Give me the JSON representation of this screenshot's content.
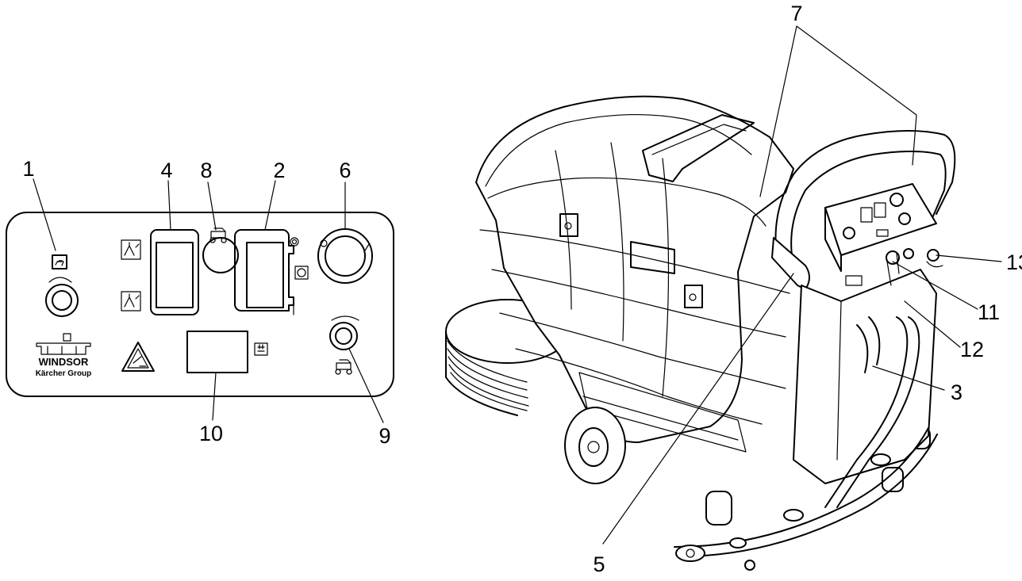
{
  "brand": {
    "name": "WINDSOR",
    "sub": "Kärcher Group"
  },
  "panel_callouts": {
    "c1": "1",
    "c4": "4",
    "c8": "8",
    "c2": "2",
    "c6": "6",
    "c10": "10",
    "c9": "9"
  },
  "machine_callouts": {
    "c7": "7",
    "c13": "13",
    "c11": "11",
    "c12": "12",
    "c3": "3",
    "c5": "5"
  },
  "icons": [
    "faucet-icon",
    "brush-pressure-icon",
    "reverse-icon",
    "forward-icon",
    "brush-icon",
    "power-icon",
    "warning-triangle-icon",
    "battery-icon"
  ]
}
